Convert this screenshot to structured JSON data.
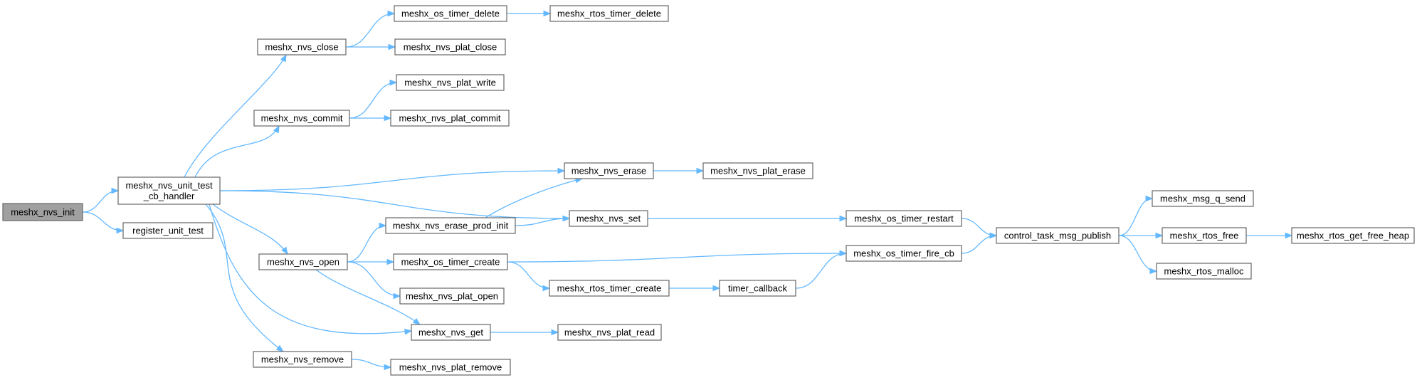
{
  "diagram": {
    "type": "call-graph",
    "colors": {
      "edge": "#63b8ff",
      "root_fill": "#a0a0a0",
      "node_fill": "#ffffff",
      "node_border": "#666666"
    },
    "nodes": [
      {
        "id": "init",
        "lines": [
          "meshx_nvs_init"
        ],
        "root": true
      },
      {
        "id": "cb",
        "lines": [
          "meshx_nvs_unit_test",
          "_cb_handler"
        ]
      },
      {
        "id": "reg",
        "lines": [
          "register_unit_test"
        ]
      },
      {
        "id": "close",
        "lines": [
          "meshx_nvs_close"
        ]
      },
      {
        "id": "commit",
        "lines": [
          "meshx_nvs_commit"
        ]
      },
      {
        "id": "open",
        "lines": [
          "meshx_nvs_open"
        ]
      },
      {
        "id": "remove",
        "lines": [
          "meshx_nvs_remove"
        ]
      },
      {
        "id": "ostimerdelete",
        "lines": [
          "meshx_os_timer_delete"
        ]
      },
      {
        "id": "platclose",
        "lines": [
          "meshx_nvs_plat_close"
        ]
      },
      {
        "id": "platwrite",
        "lines": [
          "meshx_nvs_plat_write"
        ]
      },
      {
        "id": "platcommit",
        "lines": [
          "meshx_nvs_plat_commit"
        ]
      },
      {
        "id": "eraseprod",
        "lines": [
          "meshx_nvs_erase_prod_init"
        ]
      },
      {
        "id": "ostimercreate",
        "lines": [
          "meshx_os_timer_create"
        ]
      },
      {
        "id": "platopen",
        "lines": [
          "meshx_nvs_plat_open"
        ]
      },
      {
        "id": "get",
        "lines": [
          "meshx_nvs_get"
        ]
      },
      {
        "id": "platremove",
        "lines": [
          "meshx_nvs_plat_remove"
        ]
      },
      {
        "id": "rtostimerdelete",
        "lines": [
          "meshx_rtos_timer_delete"
        ]
      },
      {
        "id": "erase",
        "lines": [
          "meshx_nvs_erase"
        ]
      },
      {
        "id": "set",
        "lines": [
          "meshx_nvs_set"
        ]
      },
      {
        "id": "rtostimercreate",
        "lines": [
          "meshx_rtos_timer_create"
        ]
      },
      {
        "id": "platread",
        "lines": [
          "meshx_nvs_plat_read"
        ]
      },
      {
        "id": "platerase",
        "lines": [
          "meshx_nvs_plat_erase"
        ]
      },
      {
        "id": "timercb",
        "lines": [
          "timer_callback"
        ]
      },
      {
        "id": "restart",
        "lines": [
          "meshx_os_timer_restart"
        ]
      },
      {
        "id": "firecb",
        "lines": [
          "meshx_os_timer_fire_cb"
        ]
      },
      {
        "id": "publish",
        "lines": [
          "control_task_msg_publish"
        ]
      },
      {
        "id": "qsend",
        "lines": [
          "meshx_msg_q_send"
        ]
      },
      {
        "id": "rtosfree",
        "lines": [
          "meshx_rtos_free"
        ]
      },
      {
        "id": "rtosmalloc",
        "lines": [
          "meshx_rtos_malloc"
        ]
      },
      {
        "id": "freeheap",
        "lines": [
          "meshx_rtos_get_free_heap"
        ]
      }
    ],
    "edges": [
      [
        "init",
        "cb"
      ],
      [
        "init",
        "reg"
      ],
      [
        "cb",
        "close"
      ],
      [
        "cb",
        "commit"
      ],
      [
        "cb",
        "erase"
      ],
      [
        "cb",
        "set"
      ],
      [
        "cb",
        "open"
      ],
      [
        "cb",
        "get"
      ],
      [
        "cb",
        "remove"
      ],
      [
        "close",
        "ostimerdelete"
      ],
      [
        "close",
        "platclose"
      ],
      [
        "commit",
        "platwrite"
      ],
      [
        "commit",
        "platcommit"
      ],
      [
        "open",
        "eraseprod"
      ],
      [
        "open",
        "ostimercreate"
      ],
      [
        "open",
        "platopen"
      ],
      [
        "open",
        "get"
      ],
      [
        "remove",
        "platremove"
      ],
      [
        "ostimerdelete",
        "rtostimerdelete"
      ],
      [
        "eraseprod",
        "erase"
      ],
      [
        "eraseprod",
        "set"
      ],
      [
        "ostimercreate",
        "firecb"
      ],
      [
        "ostimercreate",
        "rtostimercreate"
      ],
      [
        "get",
        "platread"
      ],
      [
        "erase",
        "platerase"
      ],
      [
        "set",
        "restart"
      ],
      [
        "rtostimercreate",
        "timercb"
      ],
      [
        "timercb",
        "firecb"
      ],
      [
        "restart",
        "publish"
      ],
      [
        "firecb",
        "publish"
      ],
      [
        "publish",
        "qsend"
      ],
      [
        "publish",
        "rtosfree"
      ],
      [
        "publish",
        "rtosmalloc"
      ],
      [
        "rtosfree",
        "freeheap"
      ]
    ]
  }
}
